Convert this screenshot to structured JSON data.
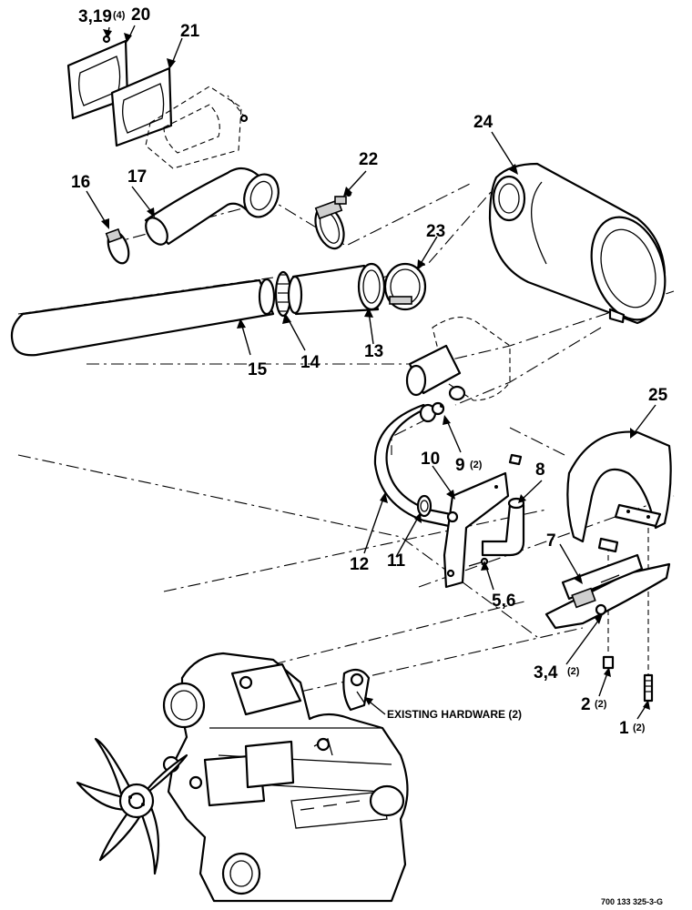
{
  "callouts": {
    "c_3_19": "3,19",
    "c_3_19_qty": "(4)",
    "c_20": "20",
    "c_21": "21",
    "c_16": "16",
    "c_17": "17",
    "c_22": "22",
    "c_24": "24",
    "c_23": "23",
    "c_15": "15",
    "c_14": "14",
    "c_13": "13",
    "c_25": "25",
    "c_10": "10",
    "c_9": "9",
    "c_9_qty": "(2)",
    "c_8": "8",
    "c_12": "12",
    "c_11": "11",
    "c_7": "7",
    "c_5_6": "5,6",
    "c_3_4": "3,4",
    "c_3_4_qty": "(2)",
    "c_2": "2",
    "c_2_qty": "(2)",
    "c_1": "1",
    "c_1_qty": "(2)"
  },
  "notes": {
    "existing_hardware": "EXISTING HARDWARE (2)"
  },
  "figure_id": "700 133 325-3-G",
  "colors": {
    "line": "#000000",
    "background": "#ffffff"
  }
}
